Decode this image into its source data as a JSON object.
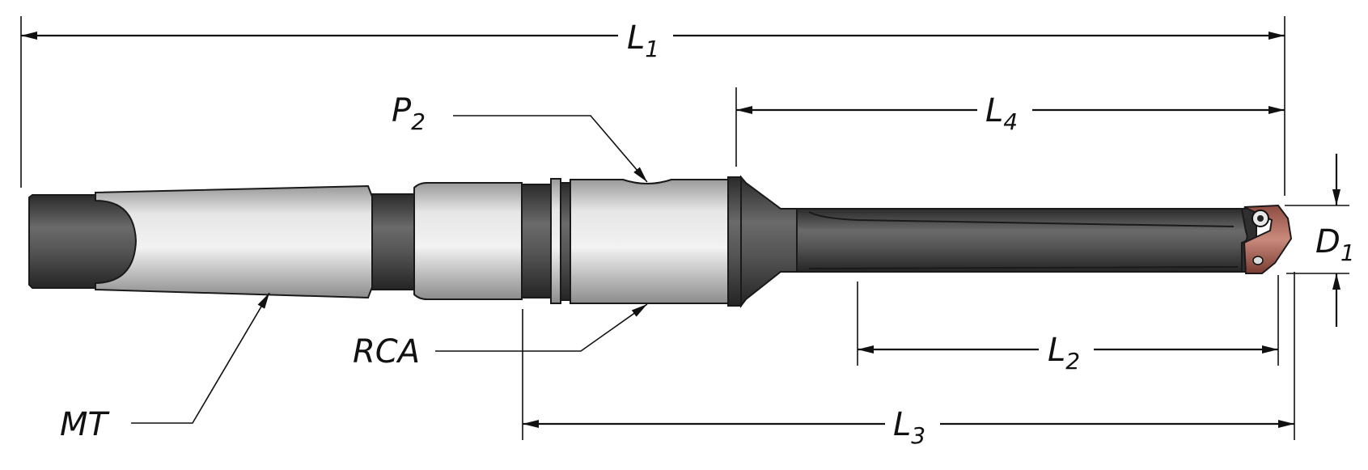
{
  "labels": {
    "L1": {
      "main": "L",
      "sub": "1"
    },
    "L2": {
      "main": "L",
      "sub": "2"
    },
    "L3": {
      "main": "L",
      "sub": "3"
    },
    "L4": {
      "main": "L",
      "sub": "4"
    },
    "D1": {
      "main": "D",
      "sub": "1"
    },
    "P2": {
      "main": "P",
      "sub": "2"
    },
    "RCA": {
      "main": "RCA"
    },
    "MT": {
      "main": "MT"
    }
  },
  "colors": {
    "body_light": "#d4d4d4",
    "body_dark": "#3c3c3c",
    "insert": "#b46e60",
    "line": "#111111"
  }
}
